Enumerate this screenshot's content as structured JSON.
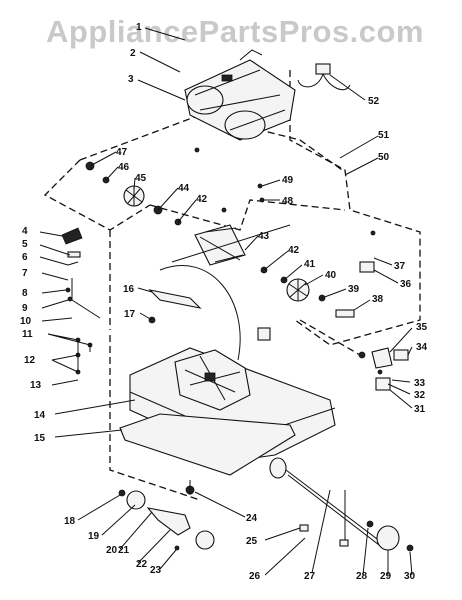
{
  "watermark": "AppliancePartsPros.com",
  "callouts": [
    "1",
    "2",
    "3",
    "4",
    "5",
    "6",
    "7",
    "8",
    "9",
    "10",
    "11",
    "12",
    "13",
    "14",
    "15",
    "16",
    "17",
    "18",
    "19",
    "20",
    "21",
    "22",
    "23",
    "24",
    "25",
    "26",
    "27",
    "28",
    "29",
    "30",
    "31",
    "32",
    "33",
    "34",
    "35",
    "36",
    "37",
    "38",
    "39",
    "40",
    "41",
    "42",
    "42",
    "43",
    "44",
    "45",
    "46",
    "47",
    "48",
    "49",
    "50",
    "51",
    "52"
  ]
}
